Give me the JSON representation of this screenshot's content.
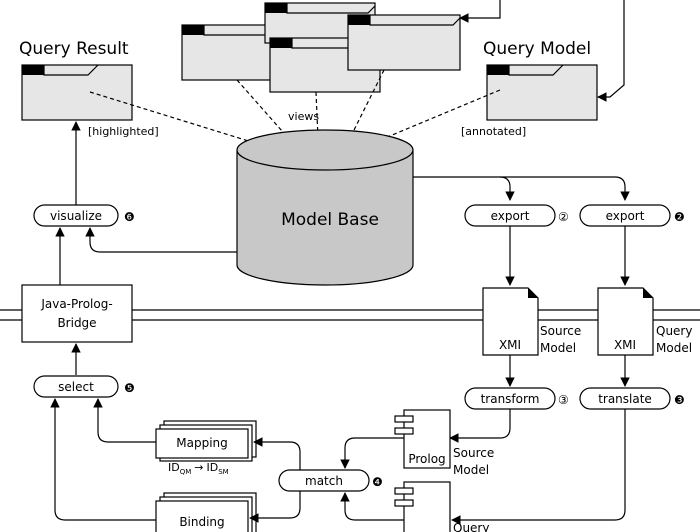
{
  "labels": {
    "query_result": "Query Result",
    "query_model": "Query Model",
    "views": "views",
    "highlighted": "[highlighted]",
    "annotated": "[annotated]",
    "model_base": "Model Base",
    "visualize": "visualize",
    "export1": "export",
    "export2": "export",
    "java_prolog_bridge_1": "Java-Prolog-",
    "java_prolog_bridge_2": "Bridge",
    "xmi1": "XMI",
    "xmi2": "XMI",
    "source_model_1": "Source",
    "source_model_2": "Model",
    "query_model_1": "Query",
    "query_model_2": "Model",
    "select": "select",
    "transform": "transform",
    "translate": "translate",
    "mapping": "Mapping",
    "binding": "Binding",
    "match": "match",
    "prolog": "Prolog",
    "prolog_source_1": "Source",
    "prolog_source_2": "Model",
    "query_cut": "Query",
    "id_qm": "ID",
    "id_qm_sub": "QM",
    "id_arrow": "→",
    "id_sm": "ID",
    "id_sm_sub": "SM"
  },
  "steps": {
    "visualize": "❻",
    "export1": "②",
    "export2": "❷",
    "select": "❺",
    "transform": "③",
    "translate": "❸",
    "match": "❹"
  },
  "colors": {
    "diagram_fill": "#e6e6e6",
    "database_fill": "#c8c8c8",
    "line": "#000000"
  }
}
